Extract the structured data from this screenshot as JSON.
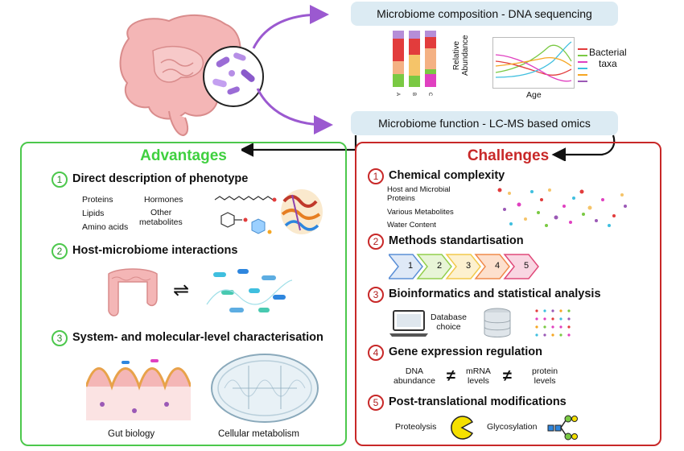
{
  "top": {
    "composition_label": "Microbiome composition - DNA sequencing",
    "function_label": "Microbiome function - LC-MS based omics",
    "bar_axis_label_1": "Relative",
    "bar_axis_label_2": "Abundance",
    "bar_categories": [
      "A",
      "B",
      "C"
    ],
    "line_xlabel": "Age",
    "legend_label_1": "Bacterial",
    "legend_label_2": "taxa",
    "legend_colors": [
      "#e23c3c",
      "#7ac943",
      "#e040c0",
      "#3fbfdf",
      "#f5a623",
      "#9b59b6"
    ]
  },
  "advantages": {
    "title": "Advantages",
    "color": "#3fd03f",
    "s1": {
      "num": "1",
      "title": "Direct description of phenotype",
      "items": [
        "Proteins",
        "Lipids",
        "Amino acids",
        "Hormones",
        "Other",
        "metabolites"
      ]
    },
    "s2": {
      "num": "2",
      "title": "Host-microbiome interactions",
      "arrow": "⇌"
    },
    "s3": {
      "num": "3",
      "title": "System- and molecular-level characterisation",
      "caption_left": "Gut biology",
      "caption_right": "Cellular metabolism"
    }
  },
  "challenges": {
    "title": "Challenges",
    "color": "#c82828",
    "s1": {
      "num": "1",
      "title": "Chemical complexity",
      "items": [
        "Host and Microbial",
        "Proteins",
        "Various Metabolites",
        "Water Content"
      ]
    },
    "s2": {
      "num": "2",
      "title": "Methods standartisation",
      "steps": [
        "1",
        "2",
        "3",
        "4",
        "5"
      ],
      "step_colors": [
        "#5b8fd6",
        "#93cf4d",
        "#f2c94c",
        "#f08a4b",
        "#e04a7a"
      ]
    },
    "s3": {
      "num": "3",
      "title": "Bioinformatics and statistical analysis",
      "db_label_1": "Database",
      "db_label_2": "choice"
    },
    "s4": {
      "num": "4",
      "title": "Gene expression regulation",
      "t1a": "DNA",
      "t1b": "abundance",
      "ne": "≠",
      "t2a": "mRNA",
      "t2b": "levels",
      "t3a": "protein",
      "t3b": "levels"
    },
    "s5": {
      "num": "5",
      "title": "Post-translational modifications",
      "ptm_1": "Proteolysis",
      "ptm_2": "Glycosylation"
    }
  }
}
